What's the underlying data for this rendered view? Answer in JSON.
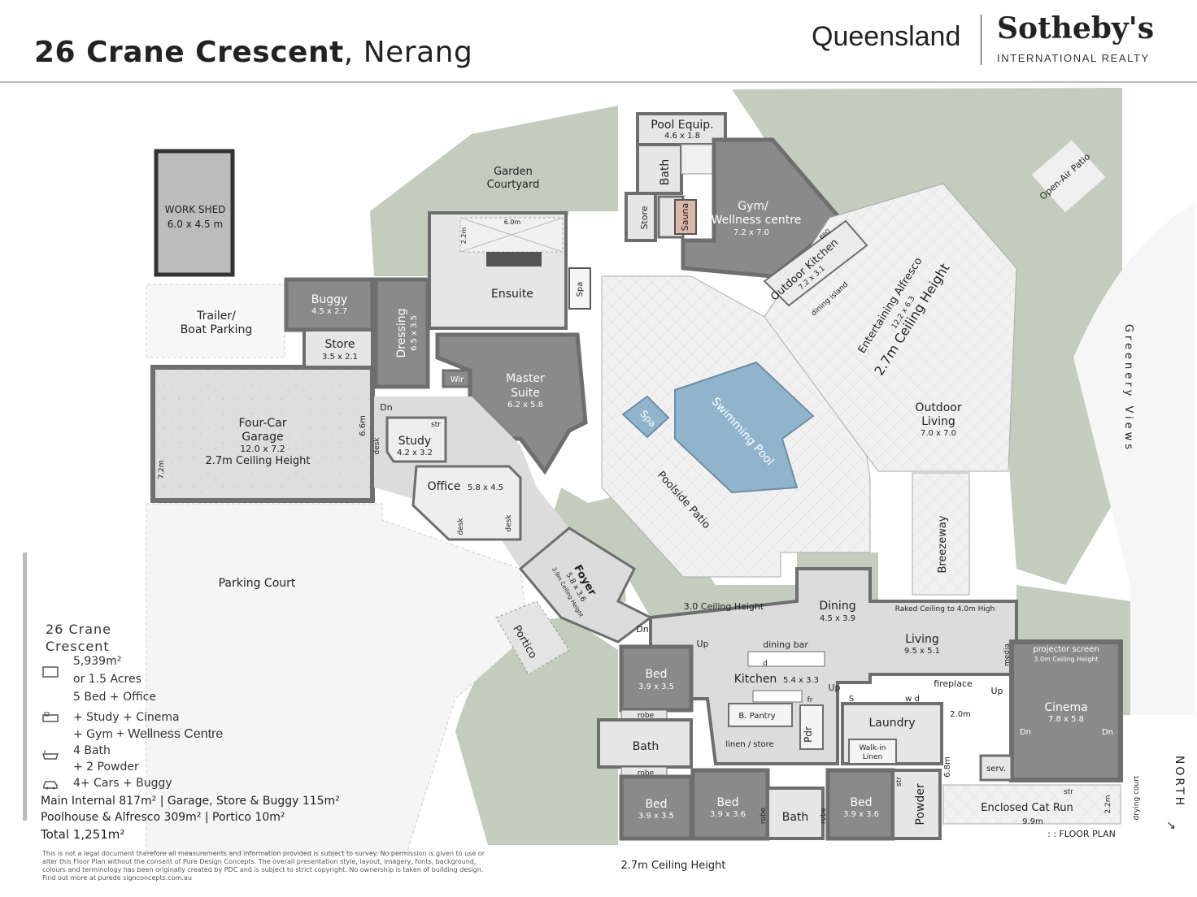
{
  "header": {
    "address": "26 Crane Crescent",
    "suburb": "Nerang",
    "brand_left": "Queensland",
    "brand_right": "Sotheby's",
    "brand_sub": "INTERNATIONAL REALTY"
  },
  "rooms": {
    "work_shed": "WORK SHED",
    "work_shed_dim": "6.0 x 4.5 m",
    "garden_courtyard_1": "Garden",
    "garden_courtyard_2": "Courtyard",
    "pool_equip": "Pool Equip.",
    "pool_equip_dim": "4.6 x 1.8",
    "bath_top": "Bath",
    "store_top": "Store",
    "sauna": "Sauna",
    "gym_1": "Gym/",
    "gym_2": "Wellness centre",
    "gym_dim": "7.2 x 7.0",
    "open_air_patio": "Open-Air Patio",
    "outdoor_kitchen": "Outdoor Kitchen",
    "outdoor_kitchen_dim": "7.2 x 3.1",
    "dining_island": "dining island",
    "bbq": "BBQ",
    "entertaining": "Entertaining Alfresco",
    "entertaining_dim": "12.2 x 6.3",
    "entertaining_ceiling": "2.7m Ceiling Height",
    "greenery_views": "Greenery Views",
    "trailer_1": "Trailer/",
    "trailer_2": "Boat Parking",
    "buggy": "Buggy",
    "buggy_dim": "4.5 x 2.7",
    "store": "Store",
    "store_dim": "3.5 x 2.1",
    "dressing": "Dressing",
    "dressing_dim": "6.5 x 3.5",
    "ensuite": "Ensuite",
    "ensuite_dim": "6.0m",
    "spa_small": "Spa",
    "wir": "Wir",
    "master_1": "Master",
    "master_2": "Suite",
    "master_dim": "6.2 x 5.8",
    "garage_1": "Four-Car",
    "garage_2": "Garage",
    "garage_dim": "12.0 x 7.2",
    "garage_ceiling": "2.7m Ceiling Height",
    "dim_6_6": "6.6m",
    "dim_7_2": "7.2m",
    "dim_2_2": "2.2m",
    "dn": "Dn",
    "study": "Study",
    "study_dim": "4.2 x 3.2",
    "str": "str",
    "desk": "desk",
    "office": "Office",
    "office_dim": "5.8 x 4.5",
    "spa": "Spa",
    "swimming_pool": "Swimming Pool",
    "poolside_patio": "Poolside Patio",
    "outdoor_living_1": "Outdoor",
    "outdoor_living_2": "Living",
    "outdoor_living_dim": "7.0 x 7.0",
    "breezeway": "Breezeway",
    "parking_court": "Parking Court",
    "foyer": "Foyer",
    "foyer_dim": "5.8 x 3.6",
    "foyer_ceiling": "3.9m Ceiling Height",
    "portico": "Portico",
    "ceiling_3": "3.0 Ceiling Height",
    "dining": "Dining",
    "dining_dim": "4.5 x 3.9",
    "raked": "Raked Ceiling to 4.0m High",
    "living": "Living",
    "living_dim": "9.5 x 5.1",
    "media": "media",
    "up": "Up",
    "dining_bar": "dining bar",
    "kitchen": "Kitchen",
    "kitchen_dim": "5.4 x 3.3",
    "fr": "fr",
    "d": "d",
    "w_d": "w d",
    "s": "S",
    "b_pantry": "B. Pantry",
    "pdr": "Pdr",
    "linen_store": "linen / store",
    "laundry": "Laundry",
    "walkin_1": "Walk-in",
    "walkin_2": "Linen",
    "fireplace": "fireplace",
    "projector": "projector screen",
    "cinema_ceiling": "3.0m Ceiling Height",
    "cinema": "Cinema",
    "cinema_dim": "7.8 x 5.8",
    "serv": "serv.",
    "dim_2_0": "2.0m",
    "dim_6_8": "6.8m",
    "bed": "Bed",
    "bed1_dim": "3.9 x 3.5",
    "bed2_dim": "3.9 x 3.5",
    "bed3_dim": "3.9 x 3.6",
    "bed4_dim": "3.9 x 3.6",
    "robe": "robe",
    "bath": "Bath",
    "powder": "Powder",
    "enclosed_cat": "Enclosed Cat Run",
    "dim_9_9": "9.9m",
    "drying_court": "drying court",
    "north": "NORTH",
    "floor_plan": ": : FLOOR PLAN",
    "ceiling_bottom": "2.7m Ceiling Height"
  },
  "legend": {
    "title_1": "26 Crane",
    "title_2": "Crescent",
    "land_1": "5,939m²",
    "land_2": "or 1.5 Acres",
    "beds_1": "5 Bed + Office",
    "beds_2": "+ Study + Cinema",
    "beds_3": "+ Gym",
    "beds_3b": "+ Wellness Centre",
    "bath_1": "4 Bath",
    "bath_2": "+ 2 Powder",
    "cars": "4+ Cars + Buggy",
    "stats_1": "Main Internal 817m²   |   Garage, Store & Buggy 115m²",
    "stats_2": "Poolhouse & Alfresco 309m²   |   Portico 10m²",
    "stats_3": "Total 1,251m²",
    "disclaimer": "This is not a legal document therefore all measurements and information provided is subject to survey. No permission is given to use or alter this Floor Plan without the consent of Pure Design Concepts. The overall presentation style, layout, imagery, fonts, background, colours and terminology has been originally created by PDC and is subject to strict copyright. No ownership is taken of building design. Find out more at purede signconcepts.com.au"
  },
  "colors": {
    "dark_room": "#8a8a8a",
    "light_room": "#e6e6e6",
    "pool": "#8fb4cc",
    "garden": "#b9c4b3",
    "wall": "#6e6e6e"
  }
}
